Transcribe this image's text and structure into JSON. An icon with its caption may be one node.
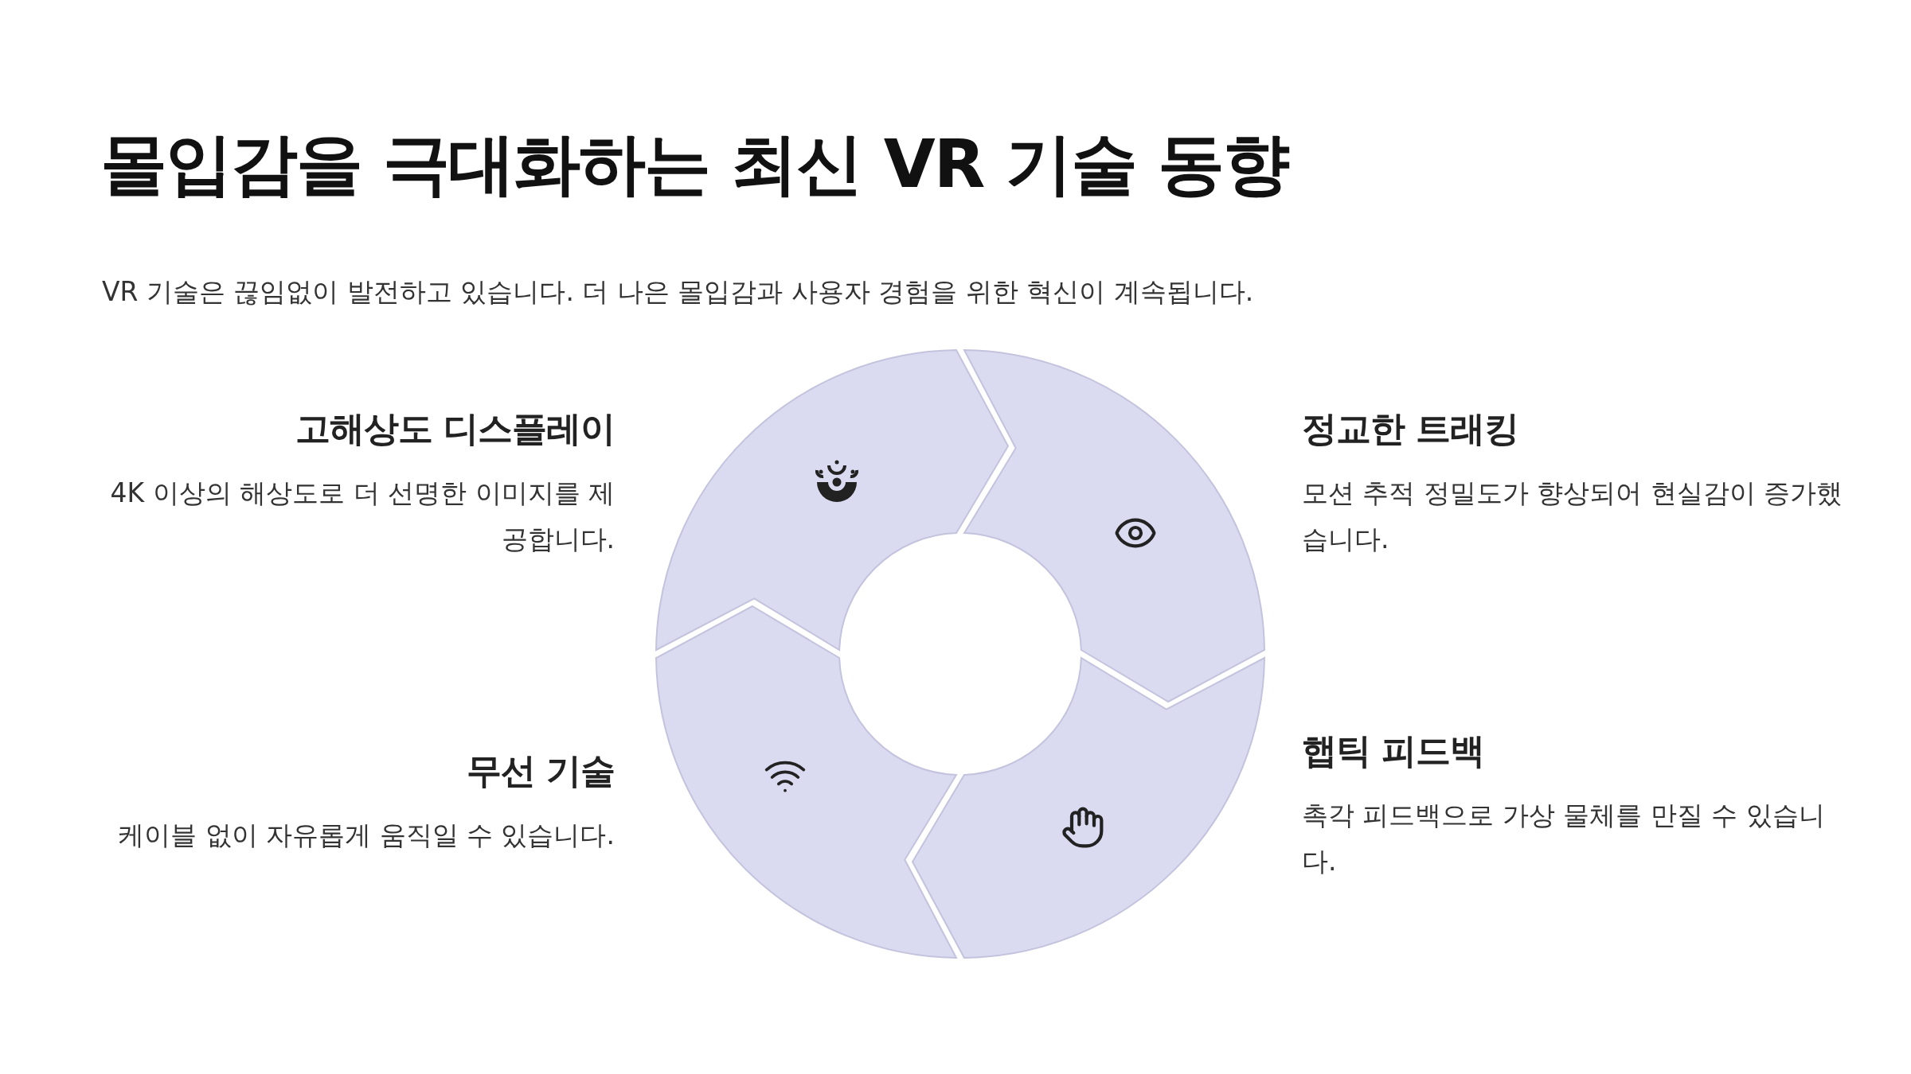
{
  "diagram": {
    "title": "몰입감을 극대화하는 최신 VR 기술 동향",
    "caption": "VR 기술은 끊임없이 발전하고 있습니다. 더 나은 몰입감과 사용자 경험을 위한 혁신이 계속됩니다.",
    "nodes": [
      {
        "text": [],
        "shape": "arrow",
        "beside": [
          "고해상도 디스플레이",
          "4K 이상의 해상도로 더 선명한 이미지를 제공합니다."
        ]
      },
      {
        "text": [],
        "shape": "arrow",
        "beside": [
          "정교한 트래킹",
          "모션 추적 정밀도가 향상되어 현실감이 증가했습니다."
        ]
      },
      {
        "text": [],
        "shape": "arrow",
        "beside": [
          "무선 기술",
          "케이블 없이 자유롭게 움직일 수 있습니다."
        ]
      },
      {
        "text": [],
        "shape": "arrow",
        "beside": [
          "햅틱 피드백",
          "촉각 피드백으로 가상 물체를 만질 수 있습니다."
        ]
      }
    ]
  }
}
